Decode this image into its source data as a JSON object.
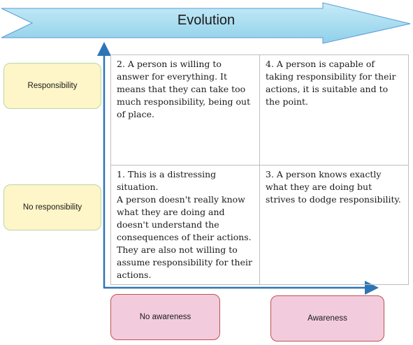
{
  "banner": {
    "title": "Evolution"
  },
  "rows": {
    "top": "Responsibility",
    "bottom": "No responsibility"
  },
  "columns": {
    "left": "No awareness",
    "right": "Awareness"
  },
  "quadrants": {
    "top_left": [
      "2. A person is willing to answer for everything. It means that they can take too much responsibility, being out of place."
    ],
    "top_right": [
      "4. A person is capable of taking responsibility for their actions, it is suitable and to the point."
    ],
    "bottom_left": [
      "1. This is a distressing situation.",
      "A person doesn't really know what they are doing and doesn't understand the consequences of their actions. They are also not willing to assume responsibility for their actions."
    ],
    "bottom_right": [
      "3. A person knows exactly what they are doing but strives to dodge responsibility."
    ]
  },
  "colors": {
    "banner_fill": "#a8dcef",
    "banner_stroke": "#5b9bd5",
    "axis": "#2e75b6",
    "row_box_fill": "#fef5c8",
    "col_box_fill": "#f2ccdd"
  }
}
